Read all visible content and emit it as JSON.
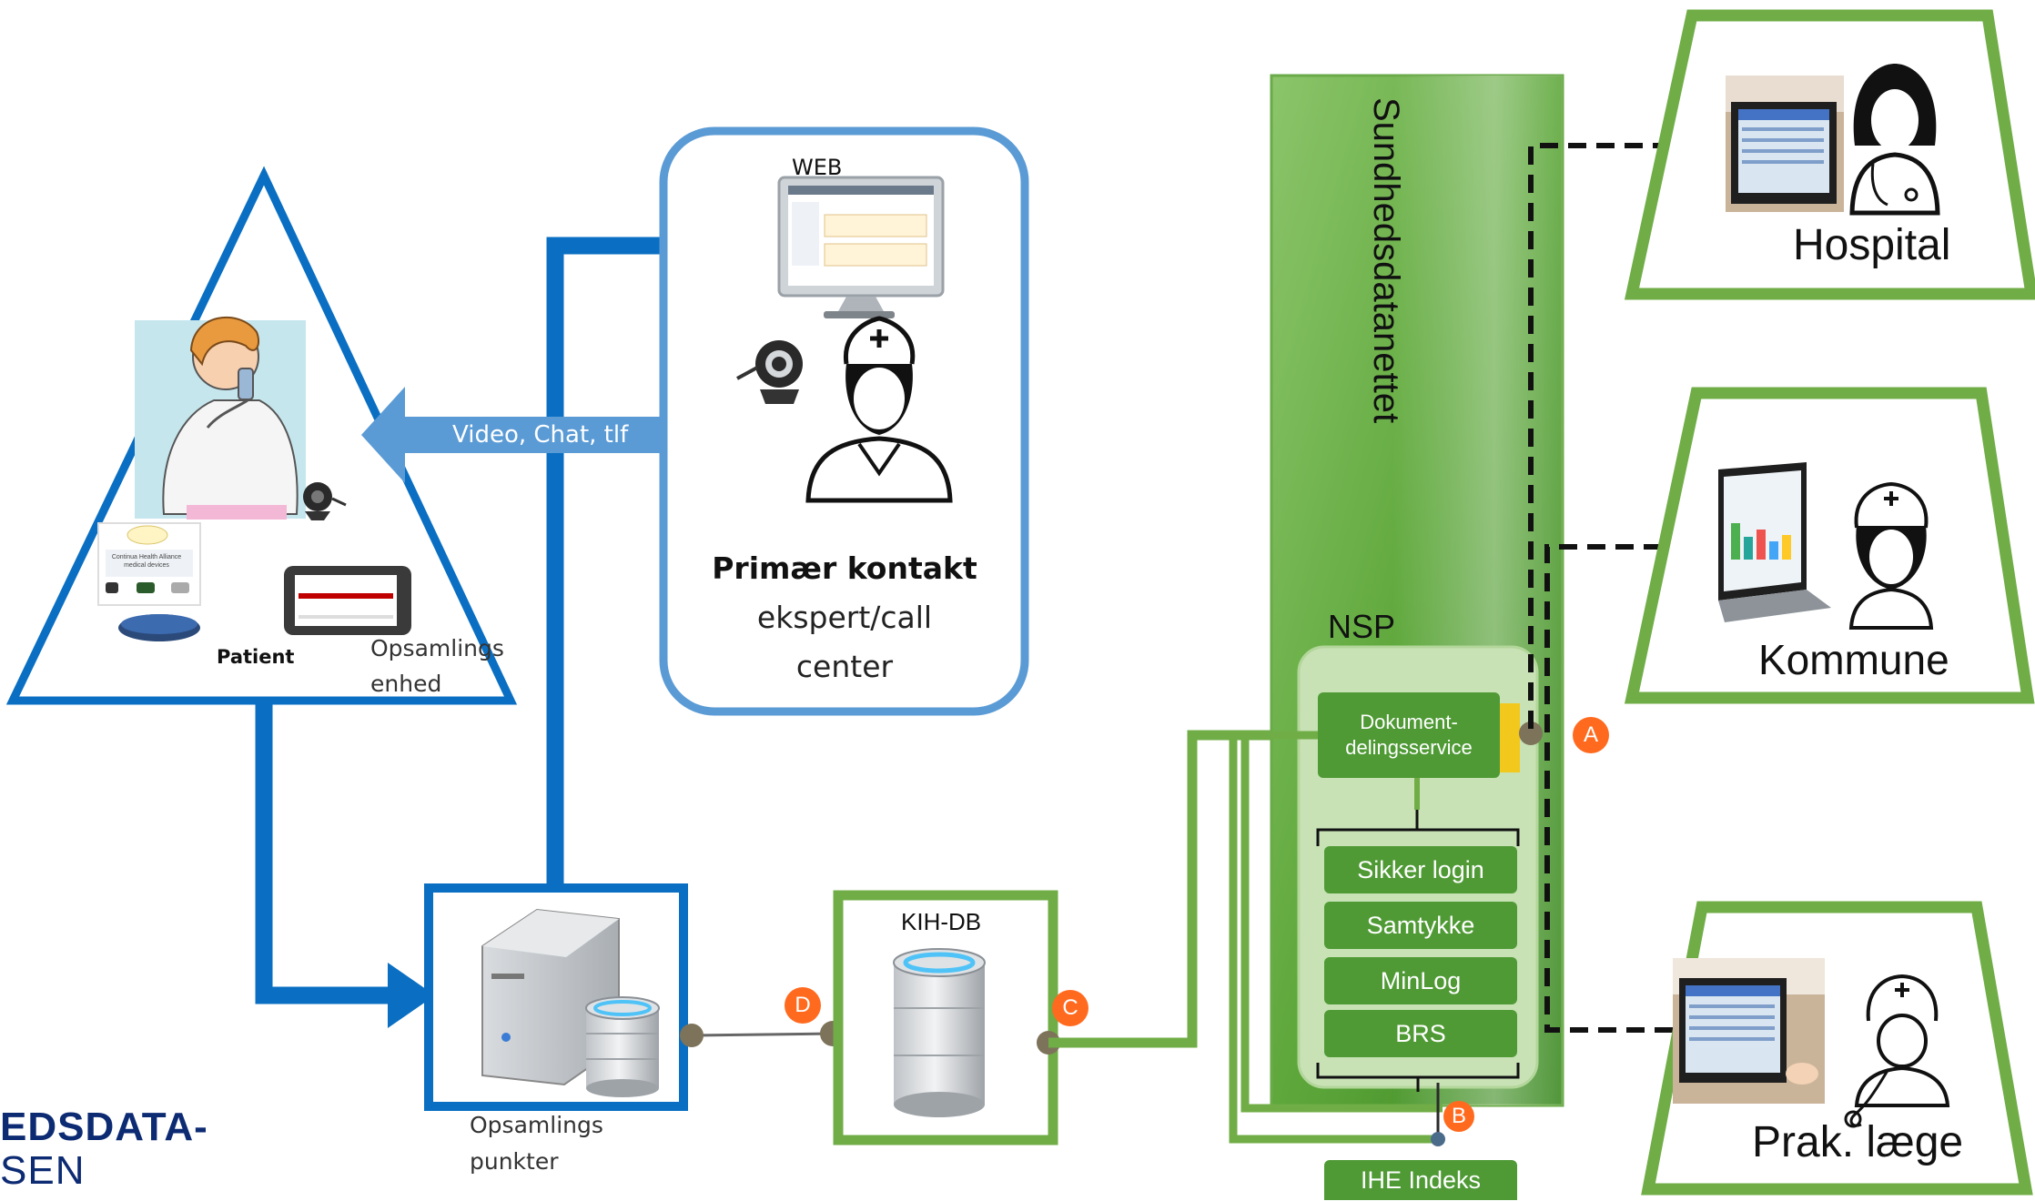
{
  "patient": {
    "label": "Patient",
    "device_label_line1": "Opsamlings",
    "device_label_line2": "enhed",
    "chip_text": "Continua Health Alliance medical devices"
  },
  "connection": {
    "label": "Video, Chat, tlf"
  },
  "primary_contact": {
    "web_label": "WEB",
    "title": "Primær kontakt",
    "line2": "ekspert/call",
    "line3": "center"
  },
  "collection_point": {
    "line1": "Opsamlings",
    "line2": "punkter"
  },
  "kih_db": {
    "label": "KIH-DB"
  },
  "network": {
    "title": "Sundhedsdatanettet",
    "nsp_label": "NSP",
    "doc_service_line1": "Dokument-",
    "doc_service_line2": "delingsservice",
    "services": [
      "Sikker login",
      "Samtykke",
      "MinLog",
      "BRS"
    ],
    "ihe_index": "IHE Indeks"
  },
  "badges": {
    "a": "A",
    "b": "B",
    "c": "C",
    "d": "D"
  },
  "endpoints": {
    "hospital": "Hospital",
    "kommune": "Kommune",
    "prak": "Prak. læge"
  },
  "logo": {
    "line1": "EDSDATA-",
    "line2": "SEN"
  },
  "colors": {
    "blue": "#0a6fc2",
    "light_blue": "#5b9bd5",
    "green": "#70ad47",
    "dark_green": "#4f9a35",
    "orange": "#ff6a1f",
    "logo_blue": "#0d2b73"
  }
}
